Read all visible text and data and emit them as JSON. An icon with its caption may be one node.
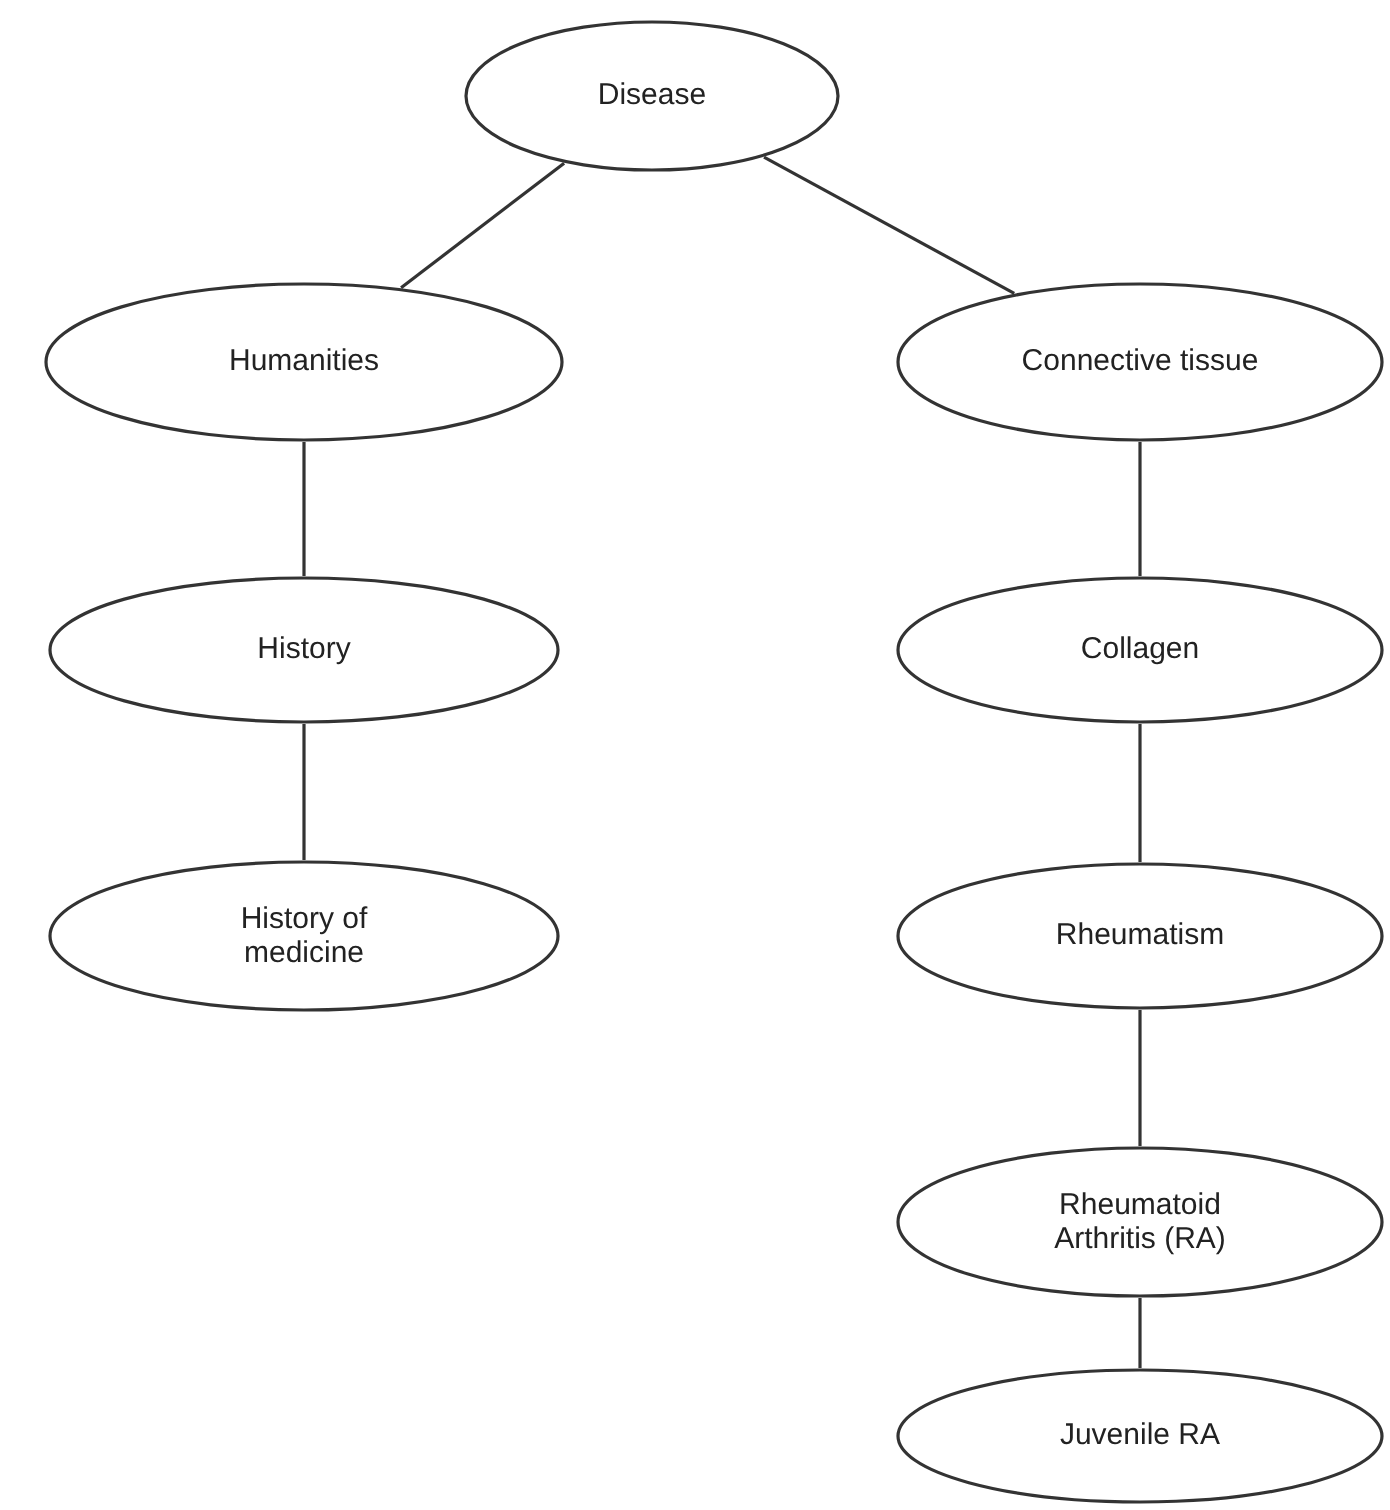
{
  "diagram": {
    "nodes": [
      {
        "text": [
          "Disease"
        ]
      },
      {
        "text": [
          "Humanities"
        ]
      },
      {
        "text": [
          "Connective tissue"
        ]
      },
      {
        "text": [
          "History"
        ]
      },
      {
        "text": [
          "Collagen"
        ]
      },
      {
        "text": [
          "History of medicine"
        ]
      },
      {
        "text": [
          "Rheumatism"
        ]
      },
      {
        "text": [
          "Rheumatoid Arthritis (RA)"
        ]
      },
      {
        "text": [
          "Juvenile RA"
        ]
      }
    ],
    "edges": [
      {
        "from": 0,
        "to": 1,
        "arrow": "none"
      },
      {
        "from": 0,
        "to": 2,
        "arrow": "none"
      },
      {
        "from": 1,
        "to": 3,
        "arrow": "none"
      },
      {
        "from": 3,
        "to": 5,
        "arrow": "none"
      },
      {
        "from": 2,
        "to": 4,
        "arrow": "none"
      },
      {
        "from": 4,
        "to": 6,
        "arrow": "none"
      },
      {
        "from": 6,
        "to": 7,
        "arrow": "none"
      },
      {
        "from": 7,
        "to": 8,
        "arrow": "none"
      }
    ]
  }
}
